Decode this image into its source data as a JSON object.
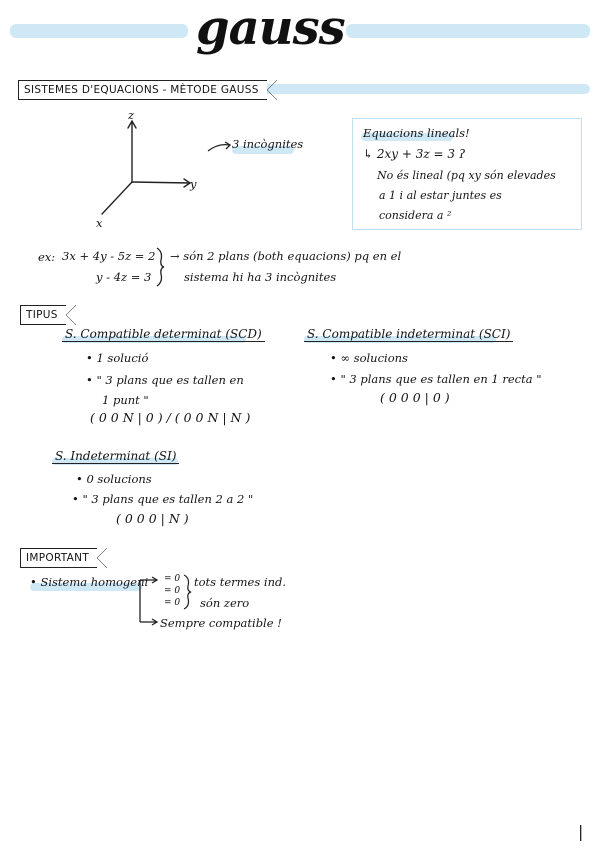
{
  "title": "gauss",
  "section_main": "SISTEMES D'EQUACIONS - MÈTODE GAUSS",
  "axes": {
    "z": "z",
    "y": "y",
    "x": "x",
    "arrow_note": "3 incògnites"
  },
  "box_note": {
    "title": "Equacions lineals!",
    "eq": "↳ 2xy + 3z = 3 ʔ",
    "lines": [
      "No és lineal (pq  xy  són elevades",
      "a 1  i  al estar  juntes  es",
      "considera  a ²"
    ]
  },
  "example": {
    "label": "ex:",
    "eq1": "3x + 4y - 5z = 2",
    "eq2": "y - 4z = 3",
    "note1": "→ són 2 plans (both equacions) pq  en  el",
    "note2": "sistema  hi  ha  3  incògnites"
  },
  "tipus": {
    "tag": "TIPUS",
    "scd": {
      "title": "S. Compatible determinat (SCD)",
      "l1": "• 1 solució",
      "l2": "• \" 3 plans  que  es  tallen  en",
      "l3": "1  punt \"",
      "l4": "( 0 0 N | 0 ) / ( 0 0 N | N )"
    },
    "sci": {
      "title": "S. Compatible indeterminat (SCI)",
      "l1": "• ∞  solucions",
      "l2": "• \" 3 plans  que  es  tallen  en  1  recta \"",
      "l3": "( 0 0 0 | 0 )"
    },
    "si": {
      "title": "S. Indeterminat (SI)",
      "l1": "• 0  solucions",
      "l2": "• \" 3 plans  que  es  tallen  2  a  2 \"",
      "l3": "( 0 0 0 | N )"
    }
  },
  "important": {
    "tag": "IMPORTANT",
    "label": "• Sistema  homogeni",
    "zeros": [
      "= 0",
      "= 0",
      "= 0"
    ],
    "note1": "tots  termes  ind.",
    "note2": "són  zero",
    "conclusion": "Sempre  compatible !"
  },
  "page_mark": "|"
}
